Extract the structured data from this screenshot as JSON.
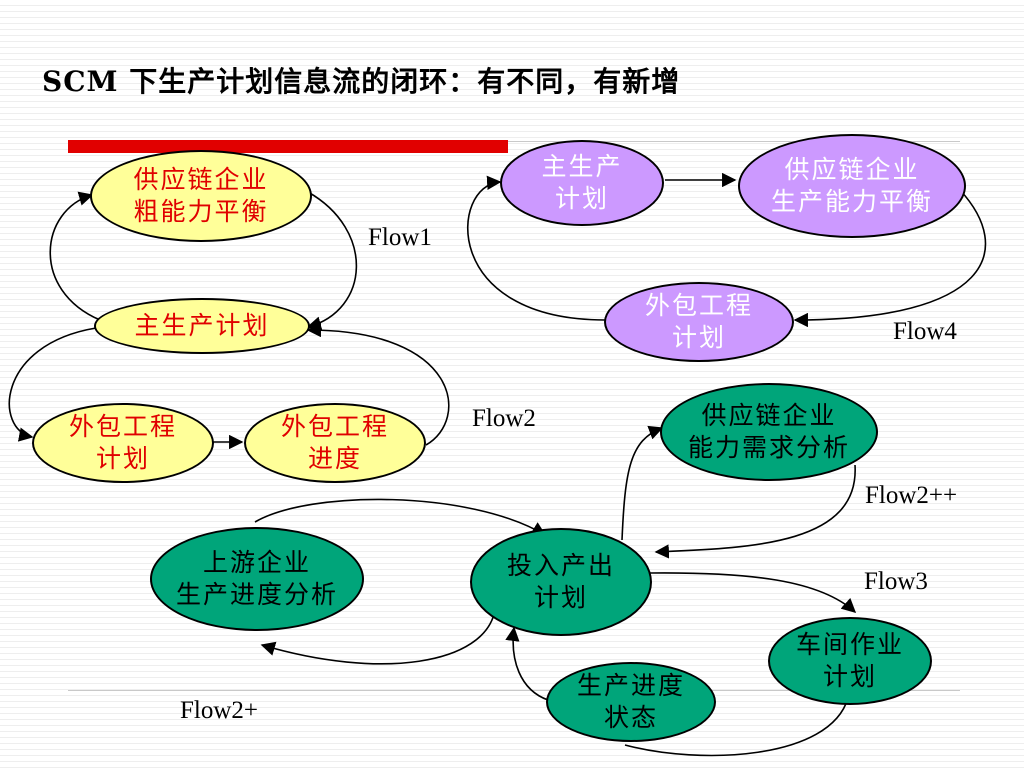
{
  "title": "SCM 下生产计划信息流的闭环：有不同，有新增",
  "colors": {
    "accent_bar": "#e10000",
    "node_yellow_fill": "#ffff99",
    "node_yellow_text": "#e00000",
    "node_purple_fill": "#cc99ff",
    "node_purple_text": "#ffffff",
    "node_green_fill": "#00a57a",
    "node_green_text": "#000000"
  },
  "nodes": {
    "rough_cut_capacity": "供应链企业\n粗能力平衡",
    "mps_flow1": "主生产计划",
    "outsource_plan_flow2": "外包工程\n计划",
    "outsource_progress": "外包工程\n进度",
    "mps_flow4": "主生产\n计划",
    "capacity_balance_flow4": "供应链企业\n生产能力平衡",
    "outsource_plan_flow4": "外包工程\n计划",
    "capacity_requirements": "供应链企业\n能力需求分析",
    "upstream_progress": "上游企业\n生产进度分析",
    "input_output_plan": "投入产出\n计划",
    "workshop_plan": "车间作业\n计划",
    "production_status": "生产进度\n状态"
  },
  "flows": {
    "flow1": "Flow1",
    "flow2": "Flow2",
    "flow2_plus": "Flow2+",
    "flow2_plusplus": "Flow2++",
    "flow3": "Flow3",
    "flow4": "Flow4"
  }
}
